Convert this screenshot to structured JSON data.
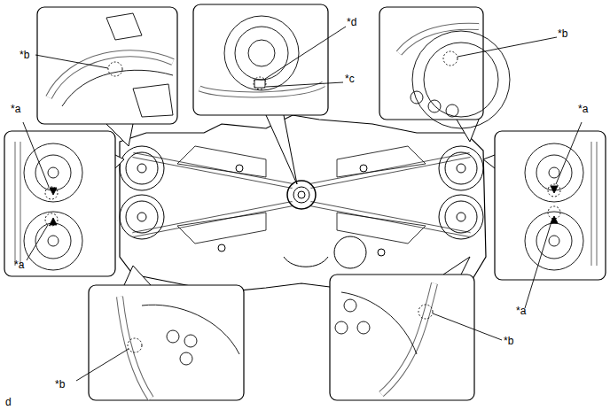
{
  "diagram": {
    "labels": [
      "*b",
      "*d",
      "*c",
      "*b",
      "*a",
      "*a",
      "*a",
      "*a",
      "*b",
      "*b",
      "d"
    ]
  }
}
